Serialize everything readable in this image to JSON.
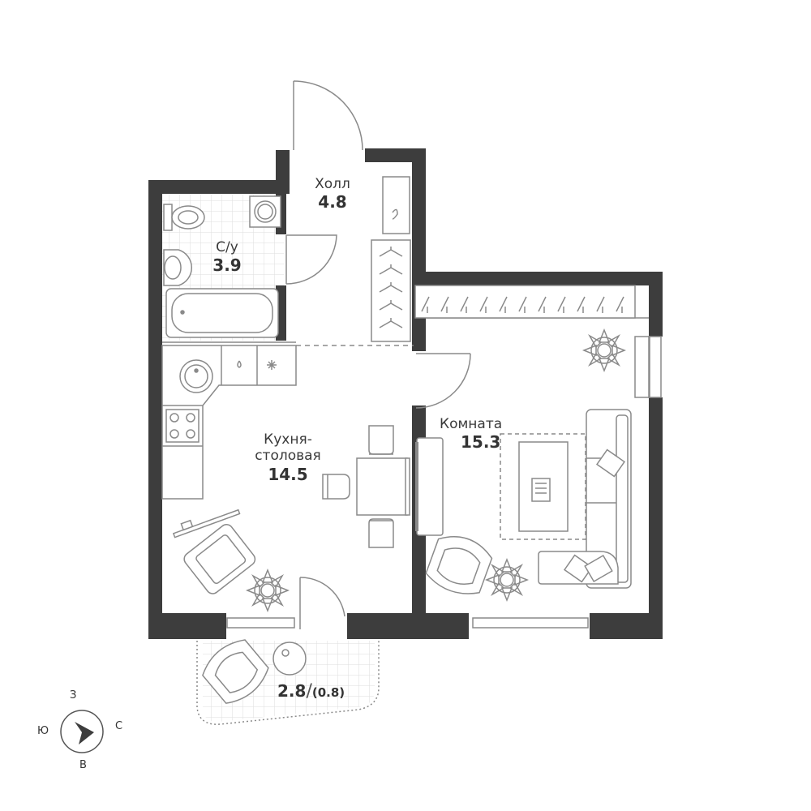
{
  "rooms": {
    "hall": {
      "name": "Холл",
      "area": "4.8"
    },
    "bathroom": {
      "name": "С/у",
      "area": "3.9"
    },
    "kitchen": {
      "name_line1": "Кухня-",
      "name_line2": "столовая",
      "area": "14.5"
    },
    "room": {
      "name": "Комната",
      "area": "15.3"
    },
    "balcony": {
      "area": "2.8",
      "area_reduced": "(0.8)"
    }
  },
  "compass": {
    "north_letter": "З",
    "west_letter": "Ю",
    "east_letter": "С",
    "south_letter": "В"
  },
  "colors": {
    "wall": "#3d3d3d",
    "line": "#8a8a8a",
    "tile": "#dcdcdc",
    "text": "#3a3a3a"
  }
}
